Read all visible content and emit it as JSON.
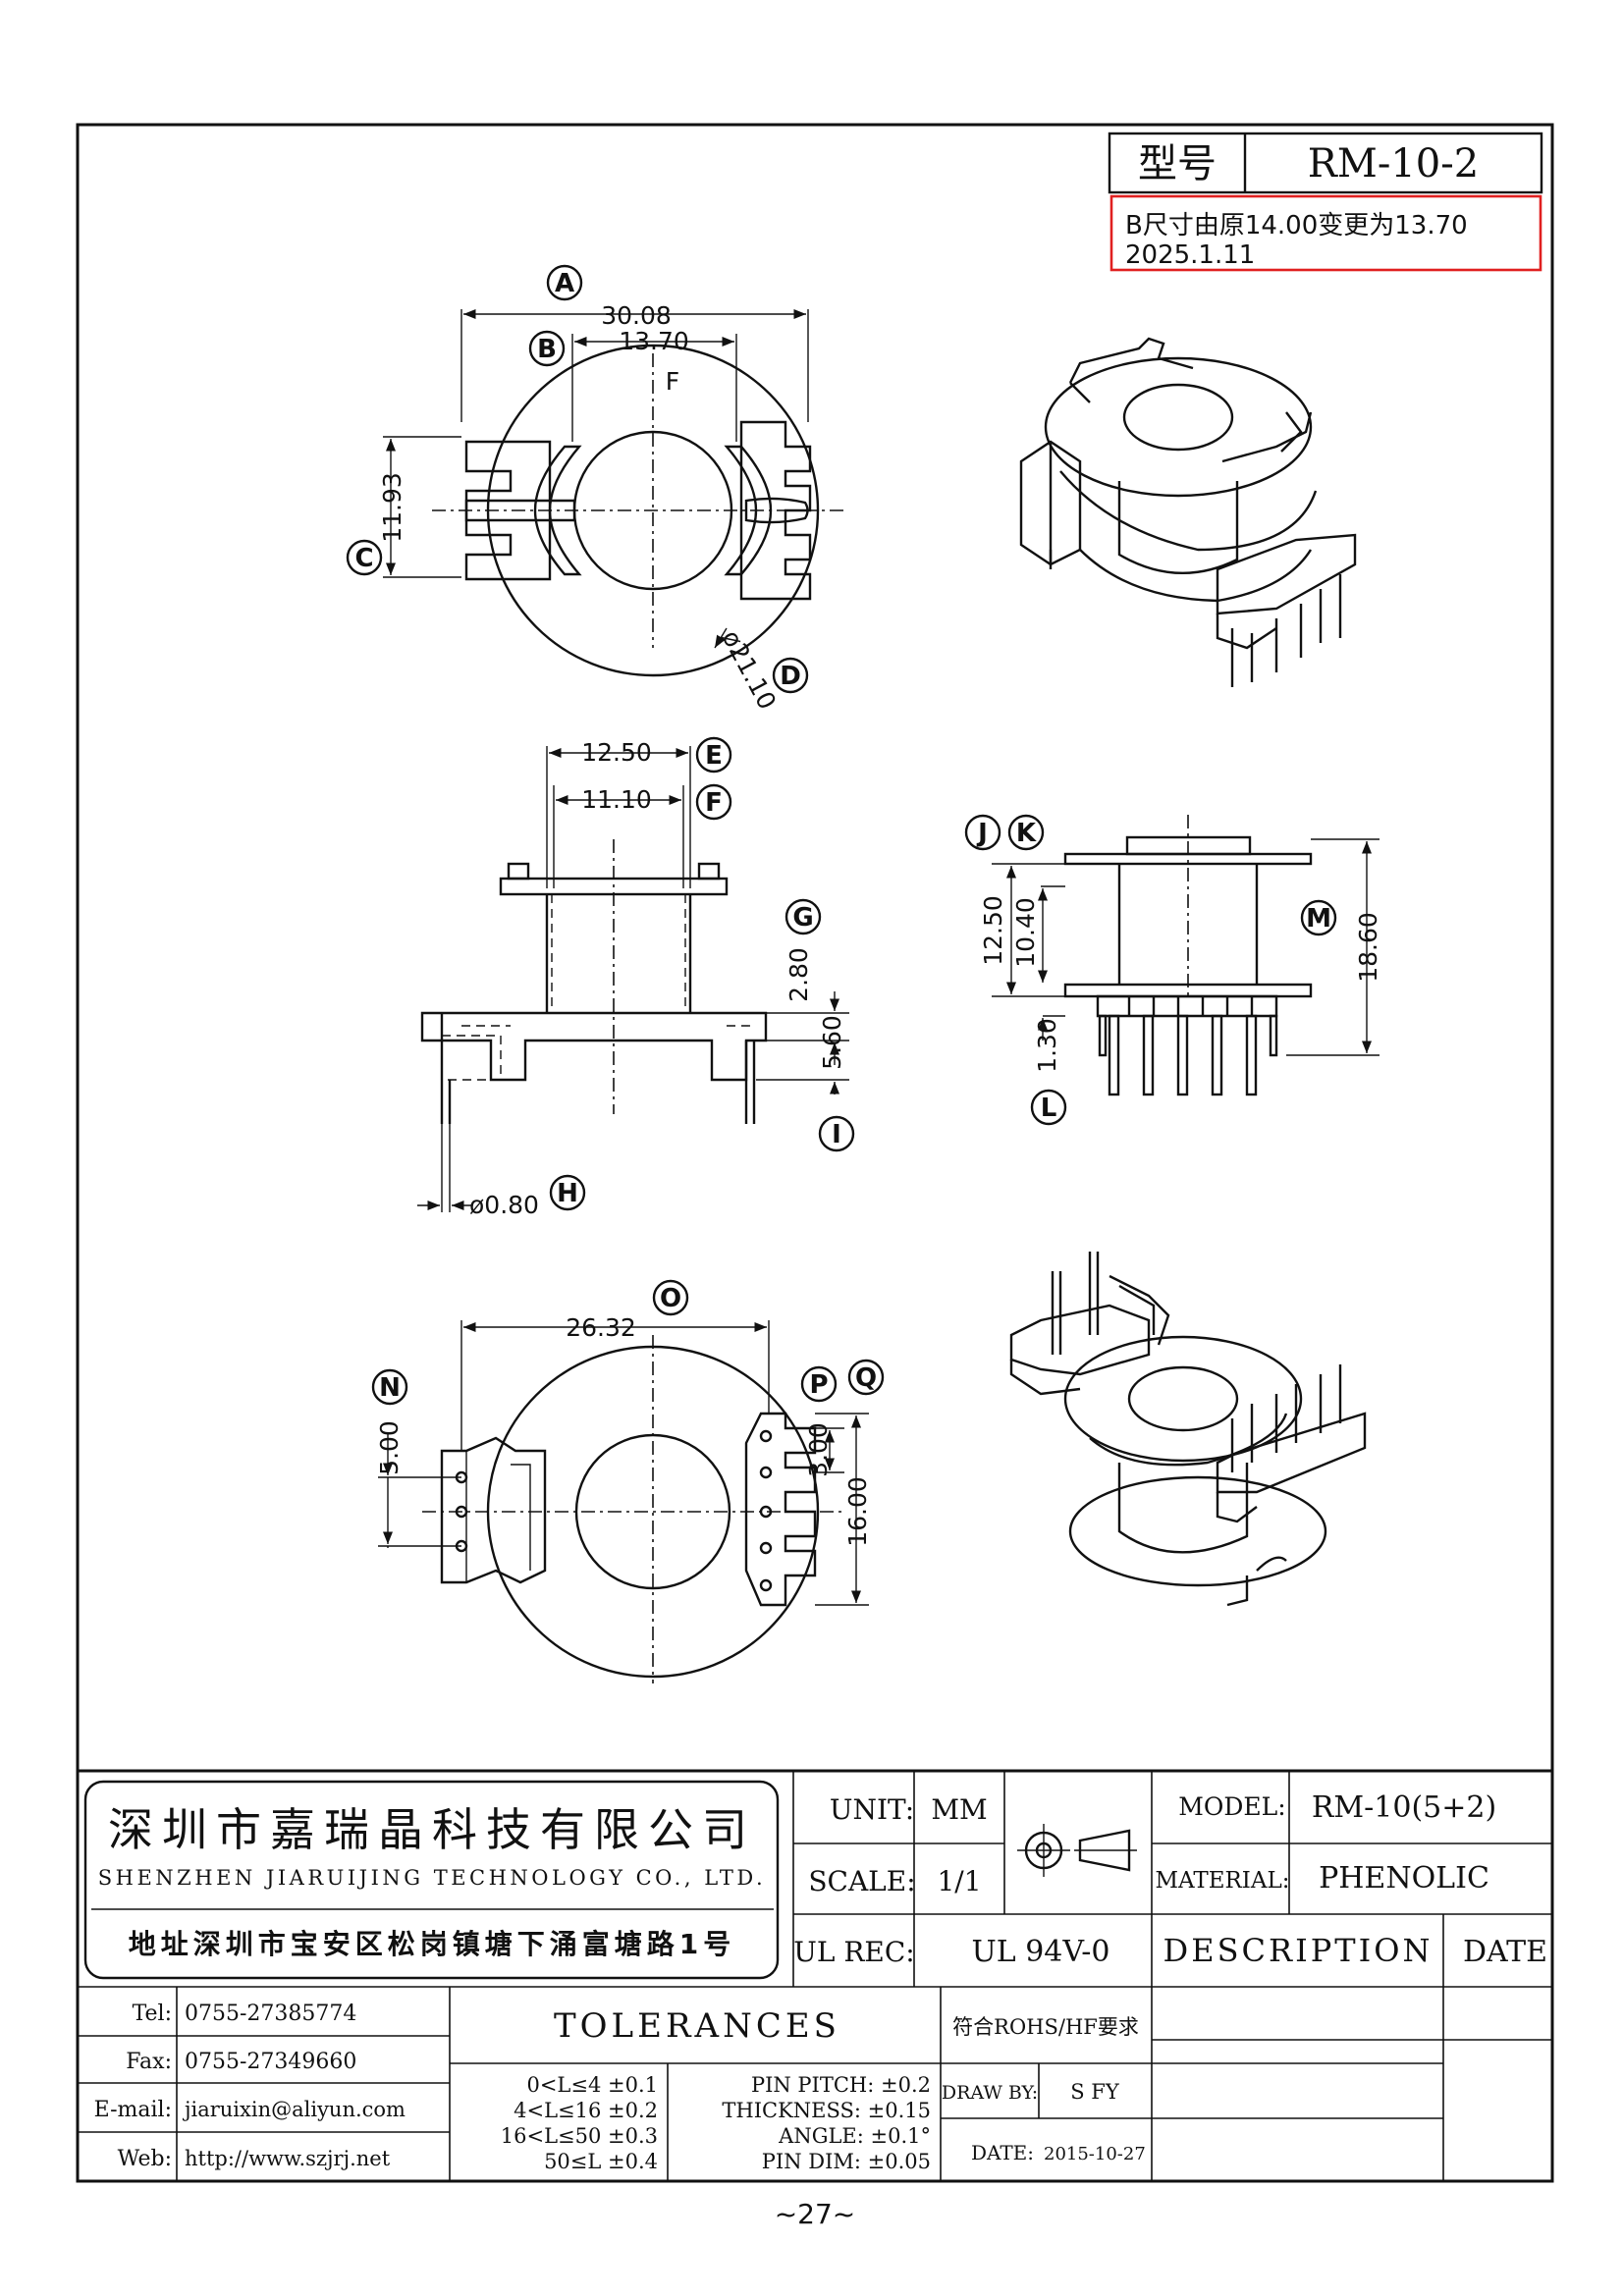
{
  "header": {
    "model_label": "型号",
    "model_value": "RM-10-2",
    "revision_note_line1": "B尺寸由原14.00变更为13.70",
    "revision_note_line2": "2025.1.11",
    "revision_color": "#e02020"
  },
  "views": {
    "top": {
      "dims": {
        "A": "30.08",
        "B": "13.70",
        "C": "11.93",
        "D": "ø21.10"
      },
      "label_f": "F",
      "bubbles": [
        "A",
        "B",
        "C",
        "D"
      ]
    },
    "front": {
      "dims": {
        "E": "12.50",
        "F": "11.10",
        "G": "2.80",
        "I": "5.60",
        "H": "ø0.80"
      },
      "bubbles": [
        "E",
        "F",
        "G",
        "H",
        "I"
      ]
    },
    "side": {
      "dims": {
        "J": "12.50",
        "K": "10.40",
        "L": "1.30",
        "M": "18.60"
      },
      "bubbles": [
        "J",
        "K",
        "L",
        "M"
      ]
    },
    "bottom": {
      "dims": {
        "O": "26.32",
        "N": "5.00",
        "P": "3.00",
        "Q": "16.00"
      },
      "bubbles": [
        "N",
        "O",
        "P",
        "Q"
      ]
    }
  },
  "title_block": {
    "company_cn": "深圳市嘉瑞晶科技有限公司",
    "company_en": "SHENZHEN JIARUIJING TECHNOLOGY CO., LTD.",
    "address": "地址深圳市宝安区松岗镇塘下涌富塘路1号",
    "unit_label": "UNIT:",
    "unit_value": "MM",
    "scale_label": "SCALE:",
    "scale_value": "1/1",
    "model_label": "MODEL:",
    "model_value": "RM-10(5+2)",
    "material_label": "MATERIAL:",
    "material_value": "PHENOLIC",
    "ul_label": "UL REC:",
    "ul_value": "UL 94V-0",
    "description_label": "DESCRIPTION",
    "date_label": "DATE",
    "tel_label": "Tel:",
    "tel_value": "0755-27385774",
    "fax_label": "Fax:",
    "fax_value": "0755-27349660",
    "email_label": "E-mail:",
    "email_value": "jiaruixin@aliyun.com",
    "web_label": "Web:",
    "web_value": "http://www.szjrj.net",
    "tolerances_title": "TOLERANCES",
    "tolerances_left": [
      "0<L≤4 ±0.1",
      "4<L≤16 ±0.2",
      "16<L≤50 ±0.3",
      "50≤L ±0.4"
    ],
    "tolerances_right": [
      "PIN PITCH: ±0.2",
      "THICKNESS: ±0.15",
      "ANGLE: ±0.1°",
      "PIN DIM: ±0.05"
    ],
    "rohs": "符合ROHS/HF要求",
    "draw_by_label": "DRAW BY:",
    "draw_by_value": "S FY",
    "date_label2": "DATE:",
    "date_value": "2015-10-27"
  },
  "page_number": "~27~"
}
